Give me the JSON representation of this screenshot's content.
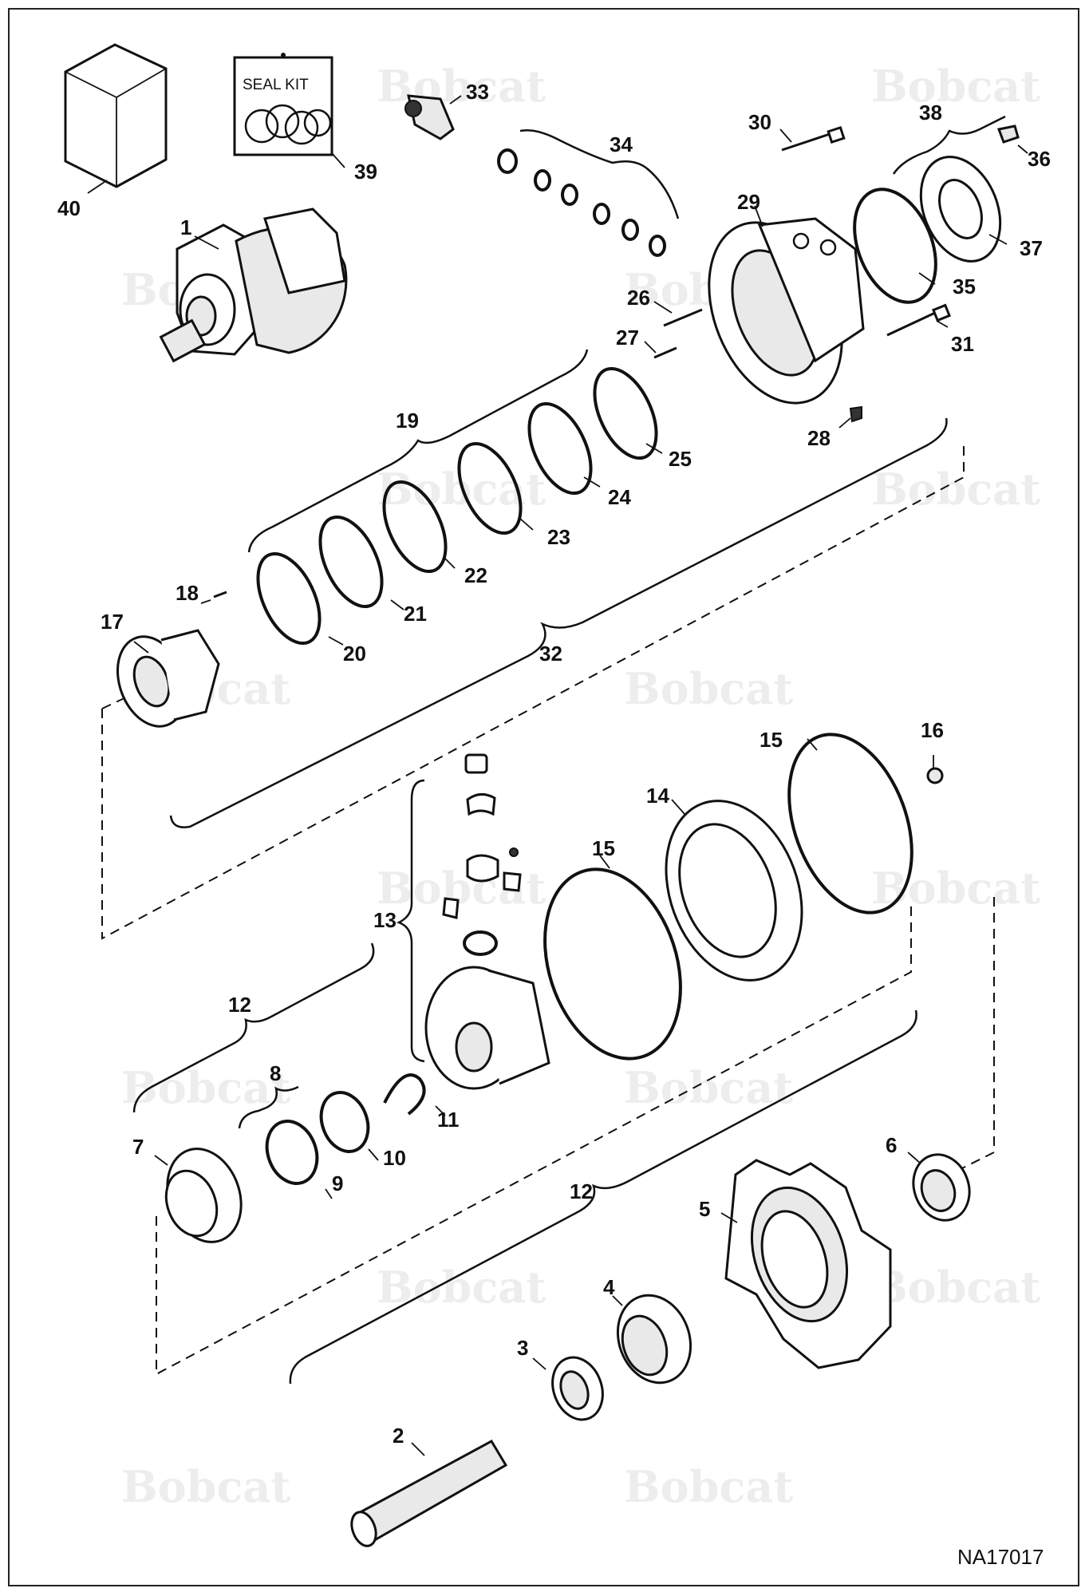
{
  "figure_code": "NA17017",
  "seal_kit_label": "SEAL KIT",
  "watermark_text": "Bobcat",
  "callouts": {
    "c1": "1",
    "c2": "2",
    "c3": "3",
    "c4": "4",
    "c5": "5",
    "c6": "6",
    "c7": "7",
    "c8": "8",
    "c9": "9",
    "c10": "10",
    "c11": "11",
    "c12a": "12",
    "c12b": "12",
    "c13": "13",
    "c14": "14",
    "c15a": "15",
    "c15b": "15",
    "c16": "16",
    "c17": "17",
    "c18": "18",
    "c19": "19",
    "c20": "20",
    "c21": "21",
    "c22": "22",
    "c23": "23",
    "c24": "24",
    "c25": "25",
    "c26": "26",
    "c27": "27",
    "c28": "28",
    "c29": "29",
    "c30": "30",
    "c31": "31",
    "c32": "32",
    "c33": "33",
    "c34": "34",
    "c35": "35",
    "c36": "36",
    "c37": "37",
    "c38": "38",
    "c39": "39",
    "c40": "40"
  }
}
